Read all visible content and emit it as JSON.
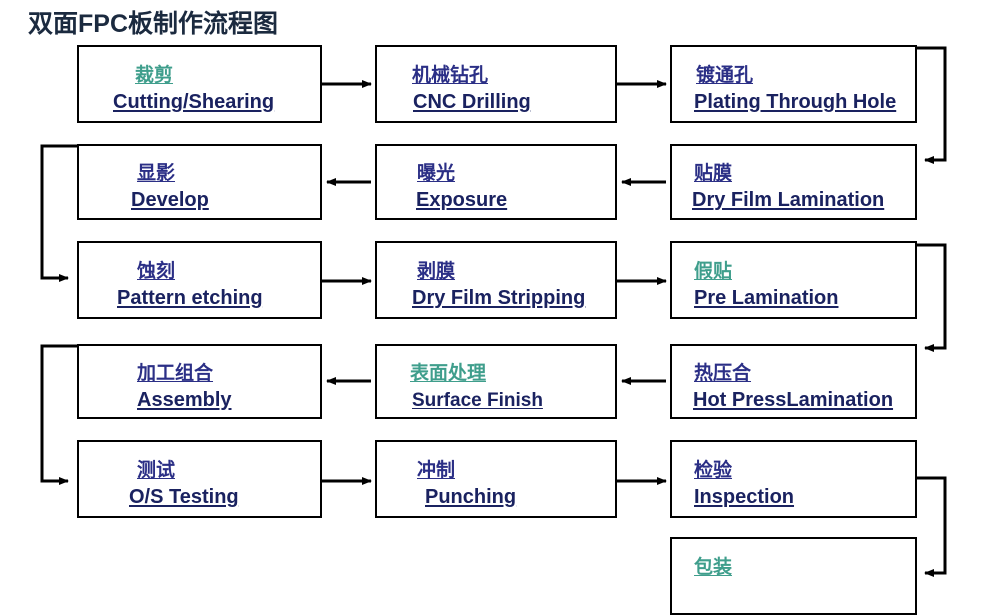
{
  "title": "双面FPC板制作流程图",
  "colors": {
    "navy": "#2b2f86",
    "teal": "#3f9e8c",
    "english": "#1a2260",
    "border": "#000000",
    "background": "#ffffff"
  },
  "chart_data": {
    "type": "diagram",
    "diagram_type": "process-flowchart",
    "title": "双面FPC板制作流程图",
    "layout": "serpentine 3-column grid, 6 rows, flow alternates direction per row",
    "columns": 3,
    "rows": 6,
    "nodes": [
      {
        "id": "n1",
        "row": 1,
        "col": 1,
        "cn": "裁剪",
        "en": "Cutting/Shearing",
        "cn_color": "teal"
      },
      {
        "id": "n2",
        "row": 1,
        "col": 2,
        "cn": "机械钻孔",
        "en": "CNC Drilling",
        "cn_color": "navy"
      },
      {
        "id": "n3",
        "row": 1,
        "col": 3,
        "cn": "镀通孔",
        "en": "Plating Through Hole",
        "cn_color": "navy"
      },
      {
        "id": "n4",
        "row": 2,
        "col": 3,
        "cn": "贴膜",
        "en": "Dry Film Lamination",
        "cn_color": "navy"
      },
      {
        "id": "n5",
        "row": 2,
        "col": 2,
        "cn": "曝光",
        "en": "Exposure",
        "cn_color": "navy"
      },
      {
        "id": "n6",
        "row": 2,
        "col": 1,
        "cn": "显影",
        "en": "Develop",
        "cn_color": "navy"
      },
      {
        "id": "n7",
        "row": 3,
        "col": 1,
        "cn": "蚀刻",
        "en": "Pattern etching",
        "cn_color": "navy"
      },
      {
        "id": "n8",
        "row": 3,
        "col": 2,
        "cn": "剥膜",
        "en": "Dry Film Stripping",
        "cn_color": "navy"
      },
      {
        "id": "n9",
        "row": 3,
        "col": 3,
        "cn": "假贴",
        "en": " Pre Lamination",
        "cn_color": "teal"
      },
      {
        "id": "n10",
        "row": 4,
        "col": 3,
        "cn": "热压合",
        "en": "Hot PressLamination",
        "cn_color": "navy"
      },
      {
        "id": "n11",
        "row": 4,
        "col": 2,
        "cn": "表面处理",
        "en": "Surface  Finish",
        "cn_color": "teal"
      },
      {
        "id": "n12",
        "row": 4,
        "col": 1,
        "cn": "加工组合",
        "en": "Assembly",
        "cn_color": "navy"
      },
      {
        "id": "n13",
        "row": 5,
        "col": 1,
        "cn": "测试",
        "en": "O/S Testing",
        "cn_color": "navy"
      },
      {
        "id": "n14",
        "row": 5,
        "col": 2,
        "cn": "冲制",
        "en": "Punching",
        "cn_color": "navy"
      },
      {
        "id": "n15",
        "row": 5,
        "col": 3,
        "cn": "检验",
        "en": "Inspection",
        "cn_color": "navy"
      },
      {
        "id": "n16",
        "row": 6,
        "col": 3,
        "cn": "包装",
        "en": "",
        "cn_color": "teal"
      }
    ],
    "edges": [
      {
        "from": "n1",
        "to": "n2",
        "style": "straight-right"
      },
      {
        "from": "n2",
        "to": "n3",
        "style": "straight-right"
      },
      {
        "from": "n3",
        "to": "n4",
        "style": "wrap-right-down"
      },
      {
        "from": "n4",
        "to": "n5",
        "style": "straight-left"
      },
      {
        "from": "n5",
        "to": "n6",
        "style": "straight-left"
      },
      {
        "from": "n6",
        "to": "n7",
        "style": "wrap-left-down"
      },
      {
        "from": "n7",
        "to": "n8",
        "style": "straight-right"
      },
      {
        "from": "n8",
        "to": "n9",
        "style": "straight-right"
      },
      {
        "from": "n9",
        "to": "n10",
        "style": "wrap-right-down"
      },
      {
        "from": "n10",
        "to": "n11",
        "style": "straight-left"
      },
      {
        "from": "n11",
        "to": "n12",
        "style": "straight-left"
      },
      {
        "from": "n12",
        "to": "n13",
        "style": "wrap-left-down"
      },
      {
        "from": "n13",
        "to": "n14",
        "style": "straight-right"
      },
      {
        "from": "n14",
        "to": "n15",
        "style": "straight-right"
      },
      {
        "from": "n15",
        "to": "n16",
        "style": "wrap-right-down"
      }
    ]
  }
}
